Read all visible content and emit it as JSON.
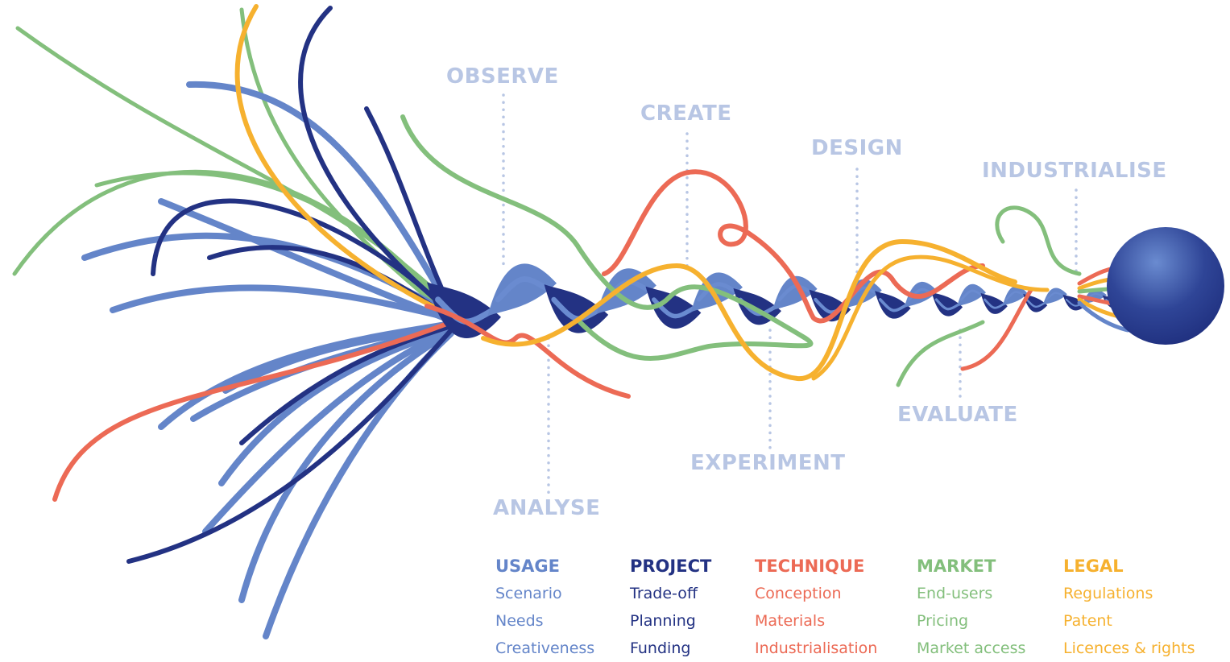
{
  "stages": [
    {
      "id": "observe",
      "label": "OBSERVE"
    },
    {
      "id": "create",
      "label": "CREATE"
    },
    {
      "id": "design",
      "label": "DESIGN"
    },
    {
      "id": "industrialise",
      "label": "INDUSTRIALISE"
    },
    {
      "id": "analyse",
      "label": "ANALYSE"
    },
    {
      "id": "experiment",
      "label": "EXPERIMENT"
    },
    {
      "id": "evaluate",
      "label": "EVALUATE"
    }
  ],
  "categories": [
    {
      "id": "usage",
      "title": "USAGE",
      "color": "#6485c9",
      "items": [
        "Scenario",
        "Needs",
        "Creativeness"
      ]
    },
    {
      "id": "project",
      "title": "PROJECT",
      "color": "#233283",
      "items": [
        "Trade-off",
        "Planning",
        "Funding"
      ]
    },
    {
      "id": "technique",
      "title": "TECHNIQUE",
      "color": "#ec6a55",
      "items": [
        "Conception",
        "Materials",
        "Industrialisation"
      ]
    },
    {
      "id": "market",
      "title": "MARKET",
      "color": "#83bf7c",
      "items": [
        "End-users",
        "Pricing",
        "Market access"
      ]
    },
    {
      "id": "legal",
      "title": "LEGAL",
      "color": "#f6b12f",
      "items": [
        "Regulations",
        "Patent",
        "Licences & rights"
      ]
    }
  ],
  "colors": {
    "stage_label": "#b8c6e4",
    "connector": "#b8c6e4",
    "usage": "#6485c9",
    "project": "#233283",
    "technique": "#ec6a55",
    "market": "#83bf7c",
    "legal": "#f6b12f",
    "sphere_light": "#6a8bd0",
    "sphere_dark": "#1f2f7e"
  }
}
